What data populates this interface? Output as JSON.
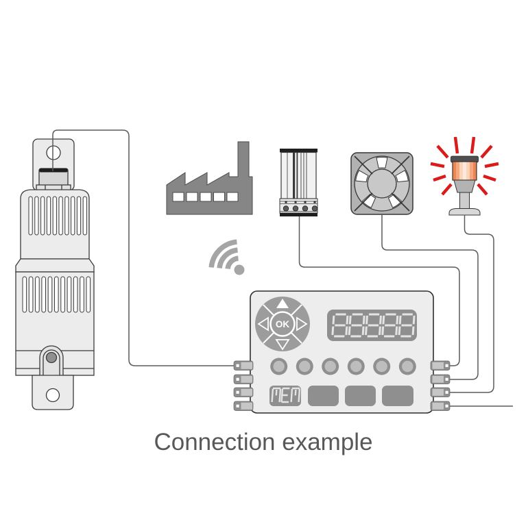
{
  "title": {
    "text": "Connection example"
  },
  "controller": {
    "nav": {
      "ok_label": "OK",
      "arrows": [
        "up",
        "down",
        "left",
        "right"
      ]
    },
    "display": {
      "value": "88888"
    },
    "memory_display": {
      "label": "MEM"
    },
    "round_buttons_count": 6,
    "soft_buttons_count": 3,
    "left_connectors_count": 4,
    "right_connectors_count": 4
  },
  "devices": [
    "sensor",
    "factory",
    "wireless-signal",
    "heater",
    "fan",
    "alarm-beacon"
  ],
  "colors": {
    "line": "#3a3a3a",
    "wire": "#5a5a5a",
    "panel_fill": "#ededed",
    "control_gray": "#8f8f8f",
    "control_light": "#bdbdbd",
    "icon_gray": "#868686",
    "wifi_gray": "#a5a5a5",
    "alert_red": "#da1b1b",
    "beacon_orange": "#ed8554",
    "digit_stroke": "#e4e4e4",
    "title_text": "#585858"
  }
}
